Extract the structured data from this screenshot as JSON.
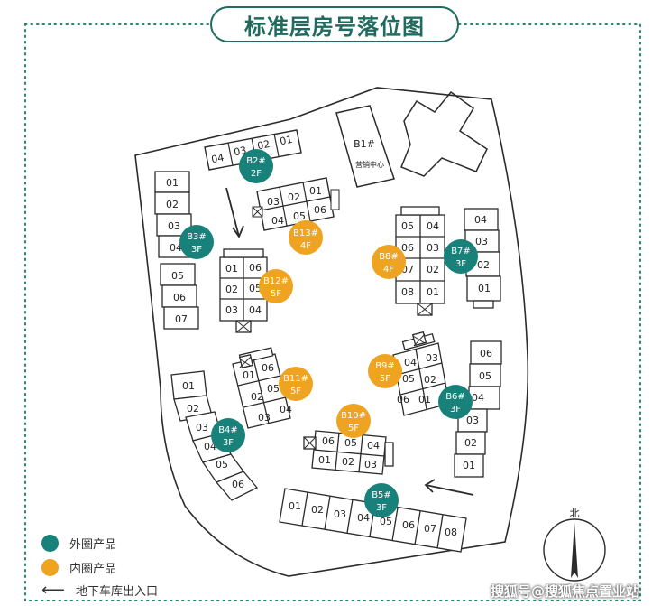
{
  "title": "标准层房号落位图",
  "colors": {
    "outer": "#18827a",
    "inner": "#eea420",
    "frame": "#1f8a6e",
    "line": "#2b2b2b",
    "title": "#1f6b60"
  },
  "buildings": [
    {
      "id": "B1#",
      "sub": "营销中心"
    },
    {
      "id": "B2#",
      "floors": "2F",
      "ring": "outer",
      "units": [
        "04",
        "03",
        "02",
        "01"
      ]
    },
    {
      "id": "B3#",
      "floors": "3F",
      "ring": "outer",
      "units": [
        "01",
        "02",
        "03",
        "04",
        "05",
        "06",
        "07"
      ]
    },
    {
      "id": "B4#",
      "floors": "3F",
      "ring": "outer",
      "units": [
        "01",
        "02",
        "03",
        "04",
        "05",
        "06"
      ]
    },
    {
      "id": "B5#",
      "floors": "3F",
      "ring": "outer",
      "units": [
        "01",
        "02",
        "03",
        "04",
        "05",
        "06",
        "07",
        "08"
      ]
    },
    {
      "id": "B6#",
      "floors": "3F",
      "ring": "outer",
      "units": [
        "06",
        "05",
        "04",
        "03",
        "02",
        "01"
      ]
    },
    {
      "id": "B7#",
      "floors": "3F",
      "ring": "outer",
      "units": [
        "04",
        "03",
        "02",
        "01"
      ]
    },
    {
      "id": "B8#",
      "floors": "4F",
      "ring": "inner",
      "units": [
        "05",
        "04",
        "06",
        "03",
        "07",
        "02",
        "08",
        "01"
      ]
    },
    {
      "id": "B9#",
      "floors": "5F",
      "ring": "inner",
      "units": [
        "04",
        "03",
        "05",
        "02",
        "06",
        "01"
      ]
    },
    {
      "id": "B10#",
      "floors": "5F",
      "ring": "inner",
      "units": [
        "06",
        "05",
        "04",
        "01",
        "02",
        "03"
      ]
    },
    {
      "id": "B11#",
      "floors": "5F",
      "ring": "inner",
      "units": [
        "06",
        "01",
        "05",
        "02",
        "04",
        "03"
      ]
    },
    {
      "id": "B12#",
      "floors": "5F",
      "ring": "inner",
      "units": [
        "01",
        "06",
        "02",
        "05",
        "03",
        "04"
      ]
    },
    {
      "id": "B13#",
      "floors": "4F",
      "ring": "inner",
      "units": [
        "03",
        "02",
        "01",
        "04",
        "05",
        "06"
      ]
    }
  ],
  "compass": "北",
  "legend": {
    "outer": "外圈产品",
    "inner": "内圈产品",
    "garage": "地下车库出入口"
  },
  "watermark": "搜狐号@搜狐焦点置业站"
}
